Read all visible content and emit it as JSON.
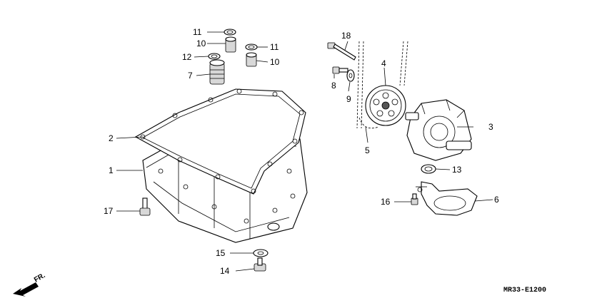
{
  "callouts": [
    {
      "id": "c1",
      "label": "1"
    },
    {
      "id": "c2",
      "label": "2"
    },
    {
      "id": "c3",
      "label": "3"
    },
    {
      "id": "c4",
      "label": "4"
    },
    {
      "id": "c5",
      "label": "5"
    },
    {
      "id": "c6",
      "label": "6"
    },
    {
      "id": "c7",
      "label": "7"
    },
    {
      "id": "c8",
      "label": "8"
    },
    {
      "id": "c9",
      "label": "9"
    },
    {
      "id": "c10a",
      "label": "10"
    },
    {
      "id": "c10b",
      "label": "10"
    },
    {
      "id": "c11a",
      "label": "11"
    },
    {
      "id": "c11b",
      "label": "11"
    },
    {
      "id": "c12",
      "label": "12"
    },
    {
      "id": "c13",
      "label": "13"
    },
    {
      "id": "c14",
      "label": "14"
    },
    {
      "id": "c15",
      "label": "15"
    },
    {
      "id": "c16",
      "label": "16"
    },
    {
      "id": "c17",
      "label": "17"
    },
    {
      "id": "c18",
      "label": "18"
    }
  ],
  "diagram_code": "MR33-E1200",
  "direction_label": "FR.",
  "icons": {
    "direction": "front-arrow-icon"
  }
}
